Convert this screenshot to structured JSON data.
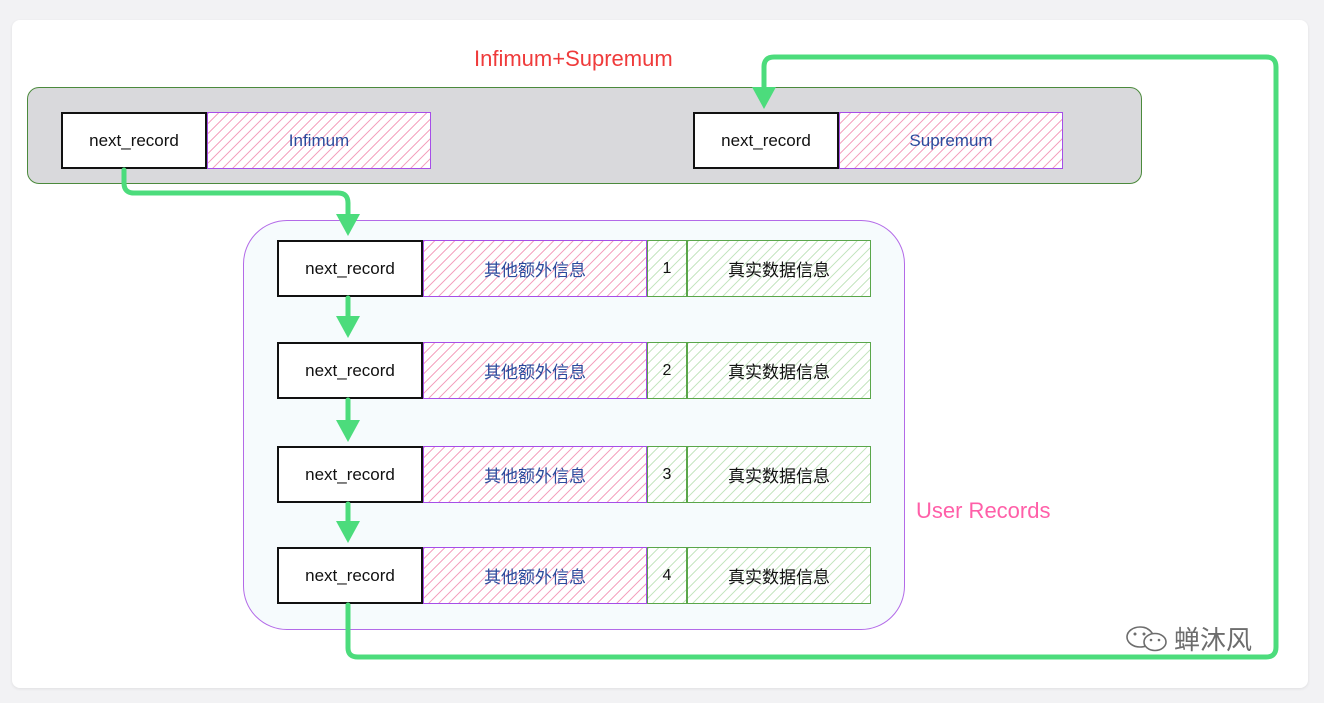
{
  "titles": {
    "system_records": "Infimum+Supremum",
    "user_records": "User Records"
  },
  "system": {
    "infimum": {
      "next_record": "next_record",
      "label": "Infimum"
    },
    "supremum": {
      "next_record": "next_record",
      "label": "Supremum"
    }
  },
  "records": [
    {
      "next_record": "next_record",
      "extra": "其他额外信息",
      "index": "1",
      "data": "真实数据信息"
    },
    {
      "next_record": "next_record",
      "extra": "其他额外信息",
      "index": "2",
      "data": "真实数据信息"
    },
    {
      "next_record": "next_record",
      "extra": "其他额外信息",
      "index": "3",
      "data": "真实数据信息"
    },
    {
      "next_record": "next_record",
      "extra": "其他额外信息",
      "index": "4",
      "data": "真实数据信息"
    }
  ],
  "watermark": {
    "text": "蝉沐风",
    "icon": "wechat-icon"
  },
  "colors": {
    "arrow": "#4cdc7c",
    "title_top": "#ef3b3b",
    "title_user": "#ff5fa8",
    "system_fill": "#d9d9dc",
    "user_border": "#b36ae8"
  }
}
